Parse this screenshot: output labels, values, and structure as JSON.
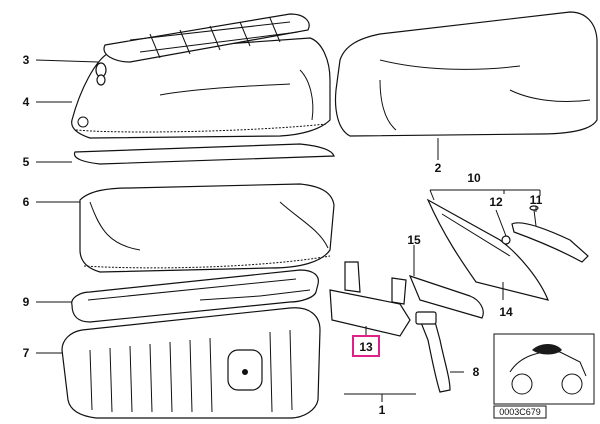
{
  "callouts": {
    "c1": "1",
    "c2": "2",
    "c3": "3",
    "c4": "4",
    "c5": "5",
    "c6": "6",
    "c7": "7",
    "c8": "8",
    "c9": "9",
    "c10": "10",
    "c11": "11",
    "c12": "12",
    "c13": "13",
    "c14": "14",
    "c15": "15"
  },
  "highlighted_part": "13",
  "diagram_code": "0003C679",
  "colors": {
    "highlight": "#e0218a",
    "line": "#111111",
    "tank": "#1a1a1a"
  }
}
